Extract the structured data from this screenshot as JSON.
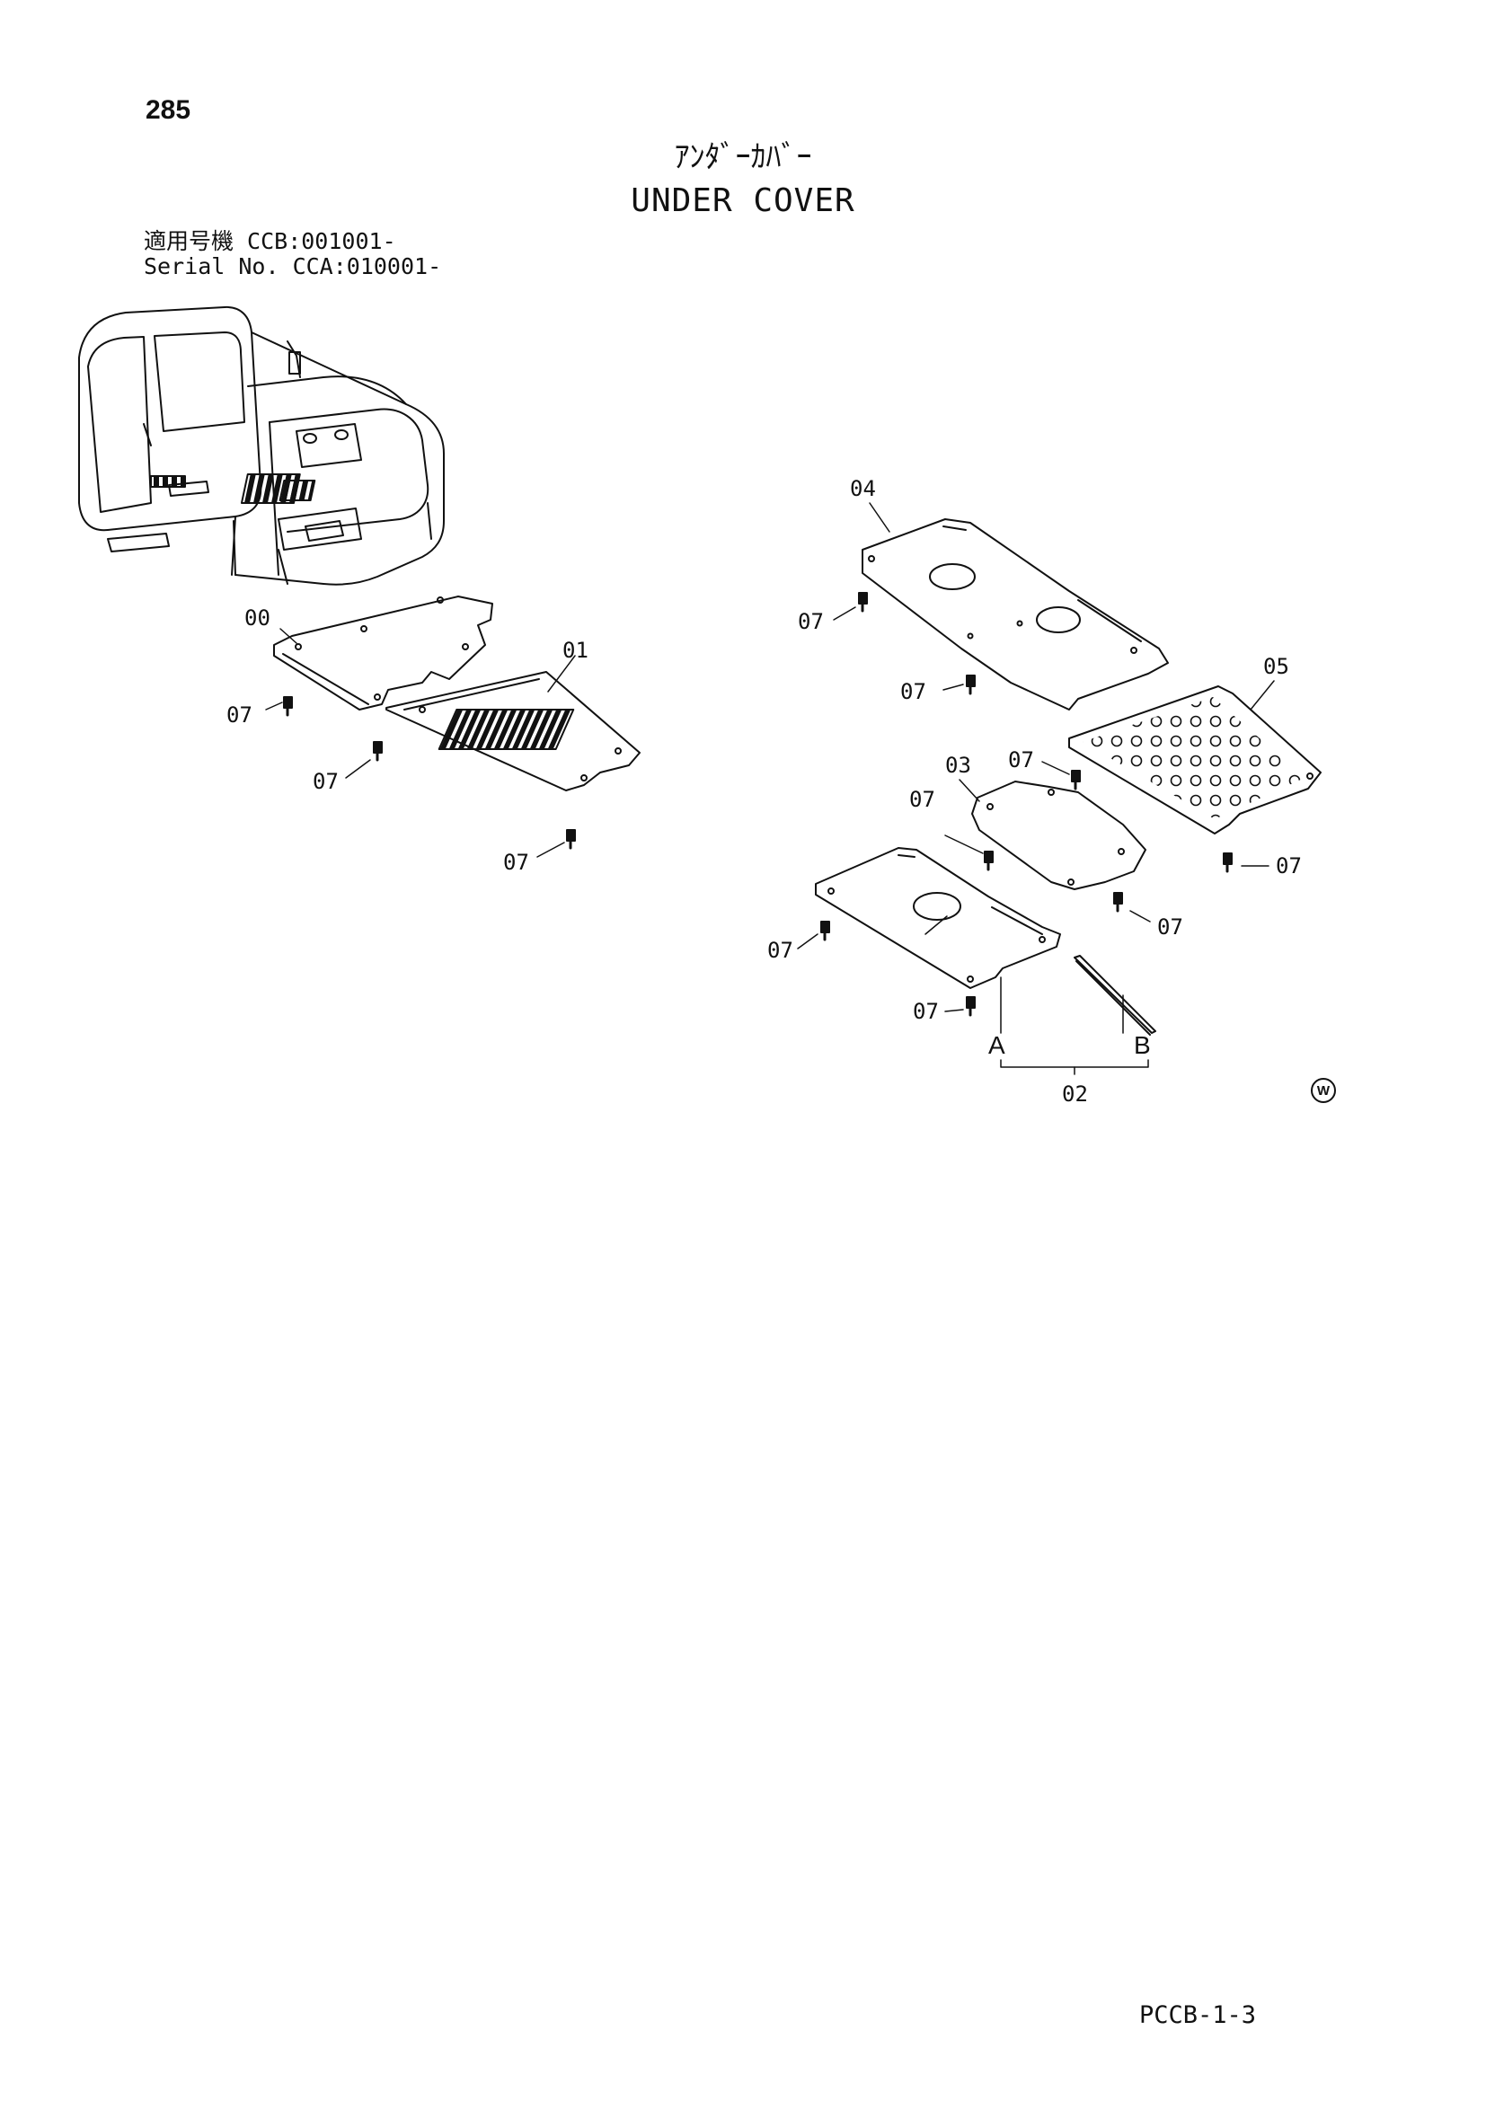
{
  "header": {
    "page_number": "285",
    "title_jp": "ｱﾝﾀﾞｰｶﾊﾞｰ",
    "title_en": "UNDER COVER",
    "serial_line_1": "適用号機  CCB:001001-",
    "serial_line_2": "Serial No. CCA:010001-"
  },
  "callouts": {
    "p00": "00",
    "p01": "01",
    "p02": "02",
    "p03": "03",
    "p04": "04",
    "p05": "05",
    "p07": "07",
    "point_a": "A",
    "point_b": "B"
  },
  "footer": {
    "drawing_code": "PCCB-1-3",
    "mark": "W"
  }
}
